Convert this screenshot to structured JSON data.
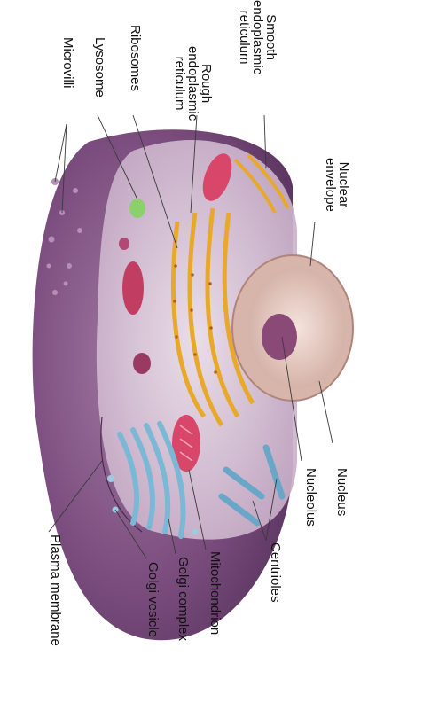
{
  "diagram": {
    "labels": {
      "smooth_er": [
        "Smooth",
        "endoplasmic",
        "reticulum"
      ],
      "rough_er": [
        "Rough",
        "endoplasmic",
        "reticulum"
      ],
      "ribosomes": "Ribosomes",
      "lysosome": "Lysosome",
      "microvilli": "Microvilli",
      "nuclear_envelope": [
        "Nuclear",
        "envelope"
      ],
      "nucleus": "Nucleus",
      "nucleolus": "Nucleolus",
      "centrioles": "Centrioles",
      "mitochondrion": "Mitochondrion",
      "golgi_complex": "Golgi complex",
      "golgi_vesicle": "Golgi vesicle",
      "plasma_membrane": "Plasma membrane"
    },
    "colors": {
      "cytoplasm": "#7a4a7c",
      "cytoplasm_light": "#c9b3c9",
      "nucleus": "#e8cfc6",
      "nucleolus": "#8a4a78",
      "er": "#e8a82a",
      "mitochondrion": "#d8466a",
      "golgi": "#7ab8d6",
      "lysosome": "#8bd06a"
    }
  }
}
